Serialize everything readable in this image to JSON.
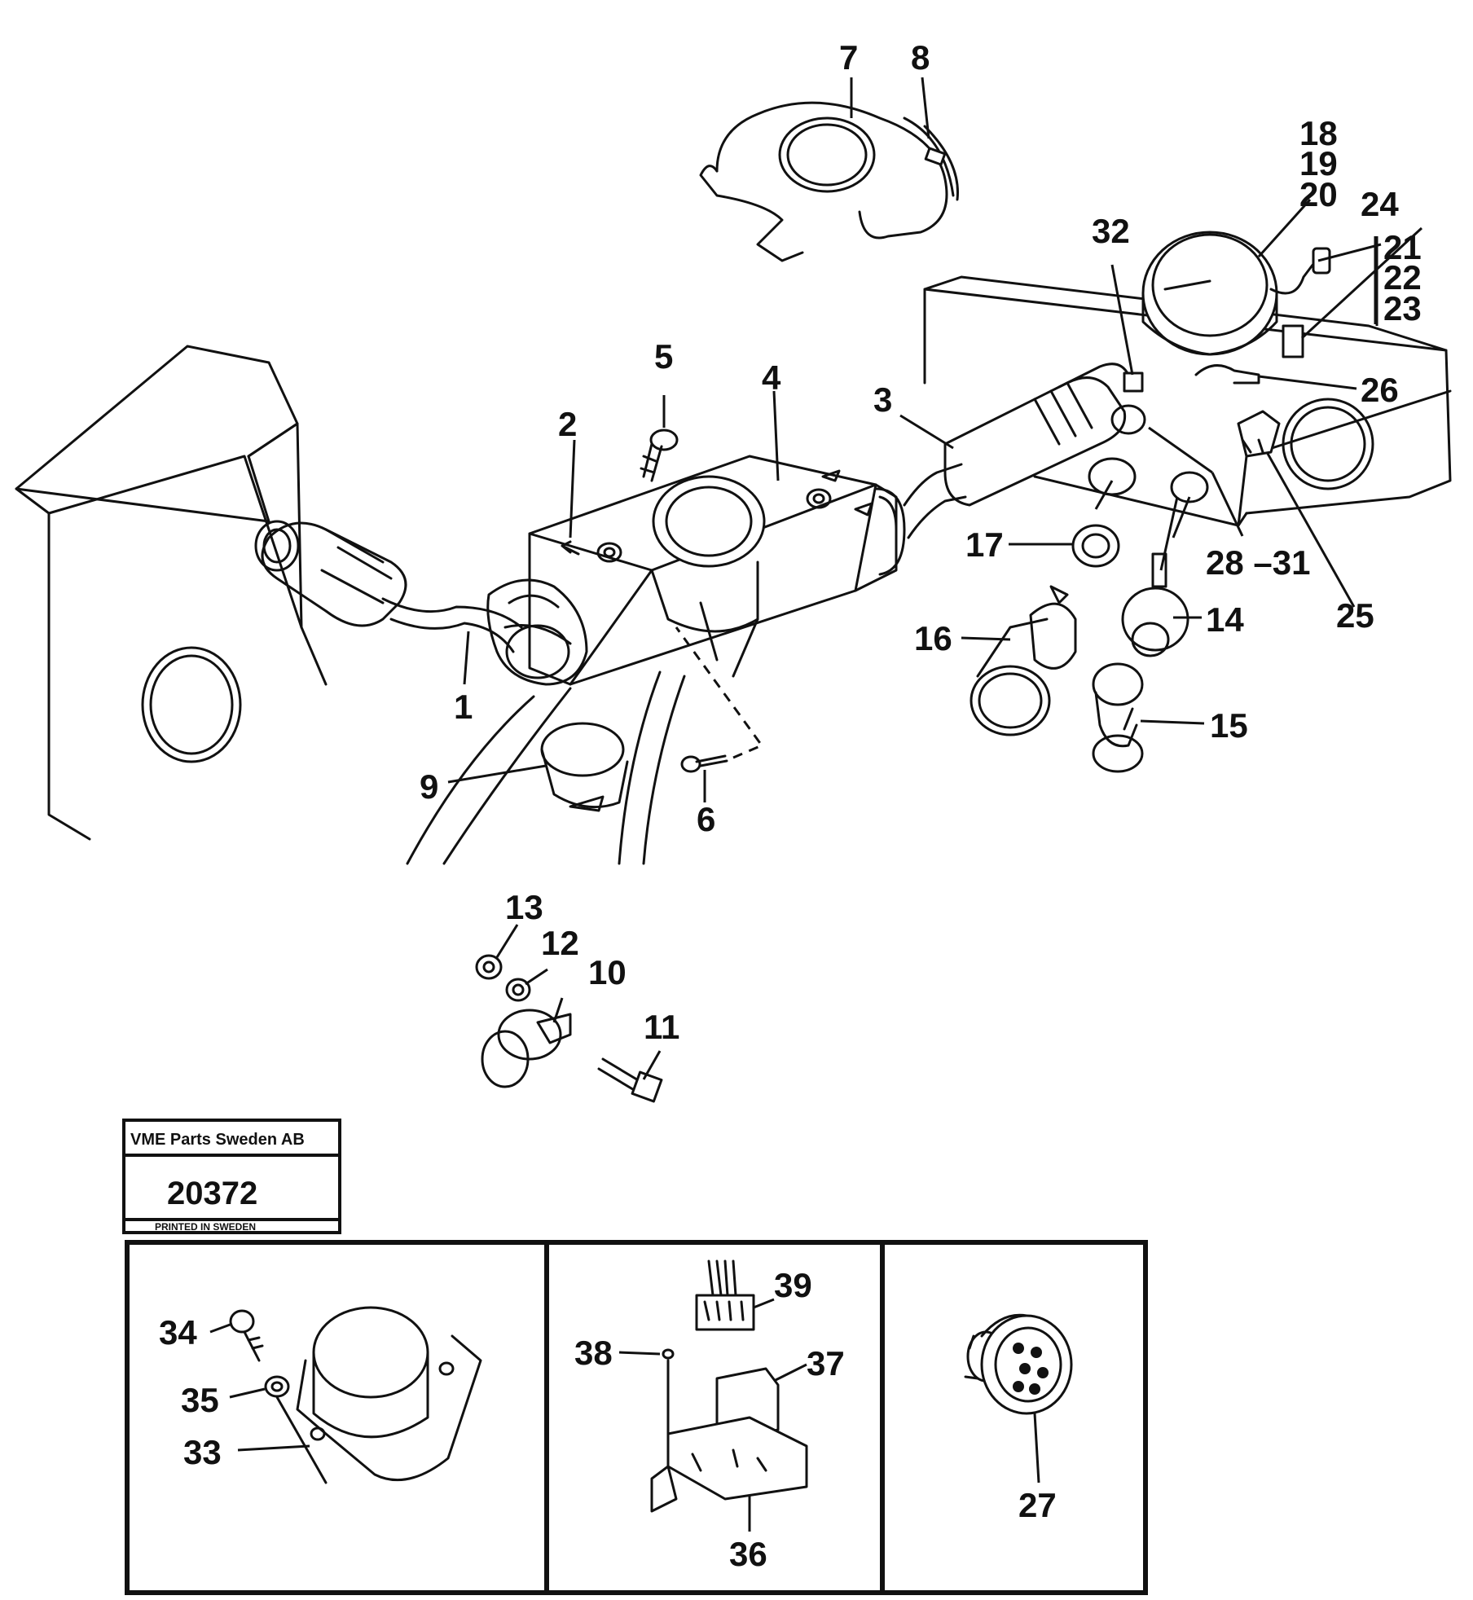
{
  "company_box": {
    "company": "VME Parts Sweden AB",
    "drawing_number": "20372",
    "printed": "PRINTED IN SWEDEN"
  },
  "callouts": {
    "c1": "1",
    "c2": "2",
    "c3": "3",
    "c4": "4",
    "c5": "5",
    "c6": "6",
    "c7": "7",
    "c8": "8",
    "c9": "9",
    "c10": "10",
    "c11": "11",
    "c12": "12",
    "c13": "13",
    "c14": "14",
    "c15": "15",
    "c16": "16",
    "c17": "17",
    "c18": "18",
    "c19": "19",
    "c20": "20",
    "c21": "21",
    "c22": "22",
    "c23": "23",
    "c24": "24",
    "c25": "25",
    "c26": "26",
    "c27": "27",
    "c28_31": "28 –31",
    "c32": "32",
    "c33": "33",
    "c34": "34",
    "c35": "35",
    "c36": "36",
    "c37": "37",
    "c38": "38",
    "c39": "39"
  }
}
